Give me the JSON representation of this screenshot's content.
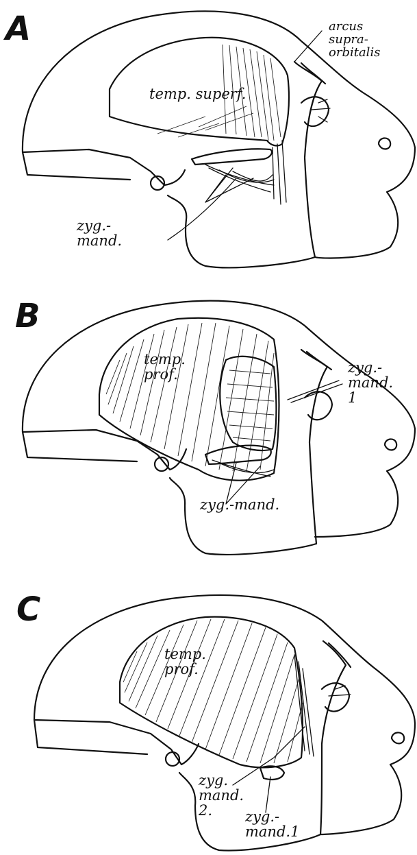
{
  "panels": [
    {
      "letter": "A",
      "labels": {
        "arcus": "arcus\nsupra-\norbitalis",
        "muscle": "temp. superf.",
        "zyg": "zyg.-\nmand."
      }
    },
    {
      "letter": "B",
      "labels": {
        "muscle": "temp.\nprof.",
        "zyg1": "zyg.-\nmand.\n1",
        "zyg": "zyg.-mand."
      }
    },
    {
      "letter": "C",
      "labels": {
        "muscle": "temp.\nprof.",
        "zyg2": "zyg.\nmand.\n2.",
        "zyg1": "zyg.-\nmand.1"
      }
    }
  ]
}
